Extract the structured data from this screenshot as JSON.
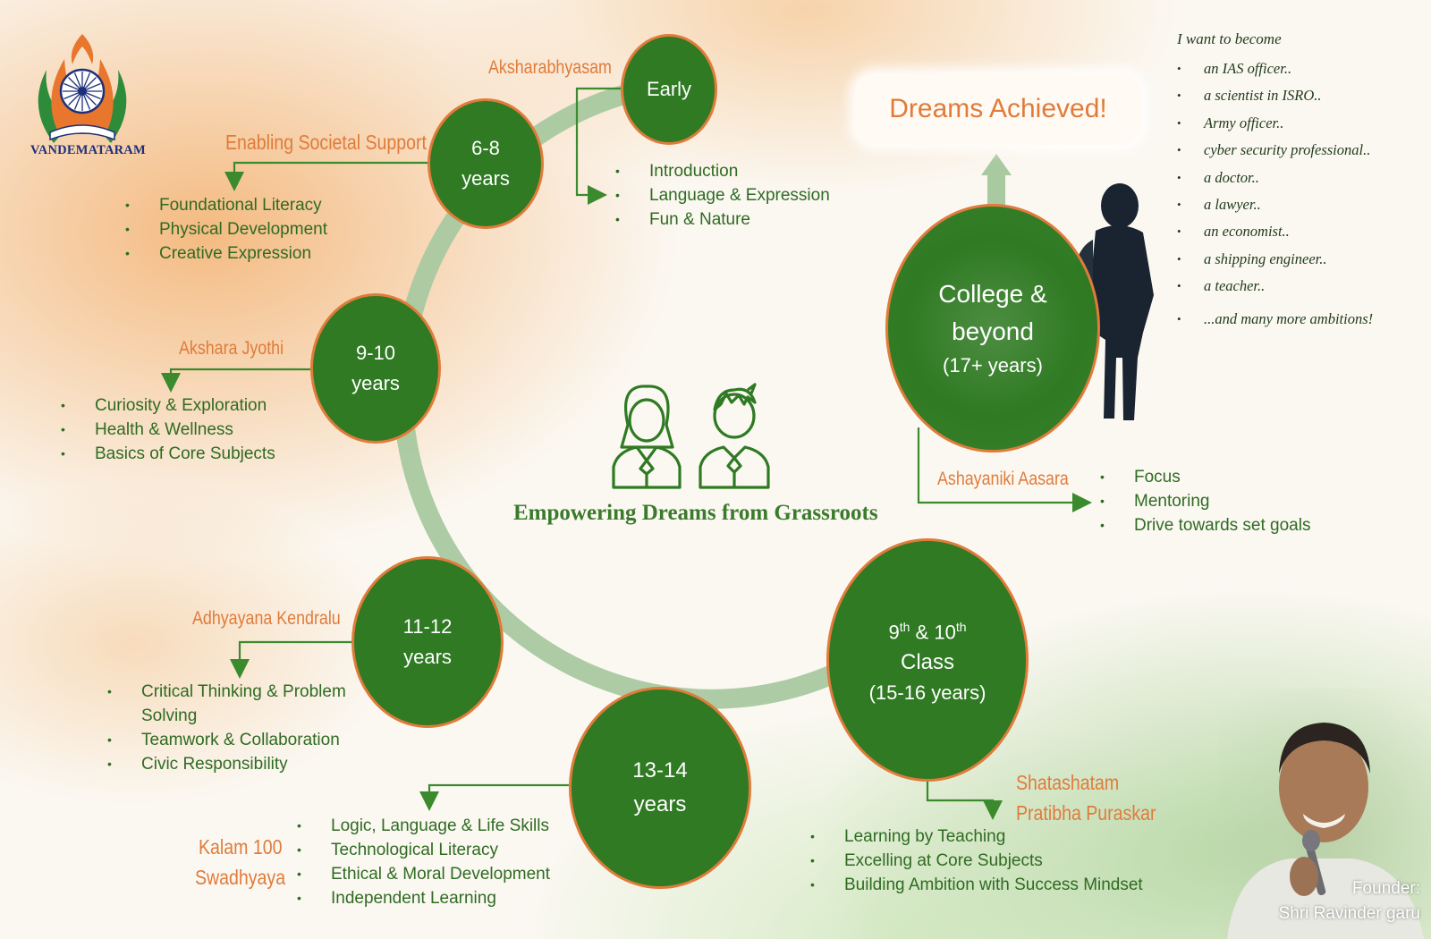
{
  "brand": {
    "logo_text": "VANDEMATARAM"
  },
  "center_title": "Empowering Dreams from Grassroots",
  "dreams_achieved": "Dreams Achieved!",
  "stages": [
    {
      "lines": [
        "Early"
      ],
      "program": "Aksharabhyasam",
      "bullets": [
        "Introduction",
        "Language & Expression",
        "Fun & Nature"
      ]
    },
    {
      "lines": [
        "6-8",
        "years"
      ],
      "program": "Enabling Societal Support",
      "bullets": [
        "Foundational Literacy",
        "Physical Development",
        "Creative Expression"
      ]
    },
    {
      "lines": [
        "9-10",
        "years"
      ],
      "program": "Akshara Jyothi",
      "bullets": [
        "Curiosity & Exploration",
        "Health & Wellness",
        "Basics of Core Subjects"
      ]
    },
    {
      "lines": [
        "11-12",
        "years"
      ],
      "program": "Adhyayana Kendralu",
      "bullets": [
        "Critical Thinking & Problem Solving",
        "Teamwork & Collaboration",
        "Civic Responsibility"
      ]
    },
    {
      "lines": [
        "13-14",
        "years"
      ],
      "program_lines": [
        "Kalam 100",
        "Swadhyaya"
      ],
      "bullets": [
        "Logic, Language & Life Skills",
        "Technological Literacy",
        "Ethical & Moral Development",
        "Independent Learning"
      ]
    },
    {
      "line1_base": "9",
      "line1_sup1": "th",
      "line1_mid": " & 10",
      "line1_sup2": "th",
      "line2": "Class",
      "line3": "(15-16 years)",
      "program_lines": [
        "Shatashatam",
        "Pratibha Puraskar"
      ],
      "bullets": [
        "Learning by Teaching",
        "Excelling at Core Subjects",
        "Building Ambition with Success Mindset"
      ]
    },
    {
      "lines": [
        "College &",
        "beyond",
        "(17+ years)"
      ],
      "program": "Ashayaniki Aasara",
      "bullets": [
        "Focus",
        "Mentoring",
        "Drive towards set goals"
      ]
    }
  ],
  "ambitions": {
    "heading": "I want to become",
    "items": [
      "an IAS officer..",
      "a scientist in ISRO..",
      "Army officer..",
      "cyber security professional..",
      "a doctor..",
      "a lawyer..",
      "an economist..",
      "a shipping engineer..",
      "a teacher..",
      "...and many more ambitions!"
    ]
  },
  "founder": {
    "label": "Founder:",
    "name": "Shri Ravinder garu"
  },
  "colors": {
    "green": "#2f7a23",
    "orange": "#e07b3a",
    "ring": "#a9c9a0",
    "text_green": "#2f6b22"
  },
  "icons": [
    "logo-emblem-icon",
    "girl-student-icon",
    "boy-student-icon",
    "student-silhouette-icon",
    "founder-photo"
  ]
}
